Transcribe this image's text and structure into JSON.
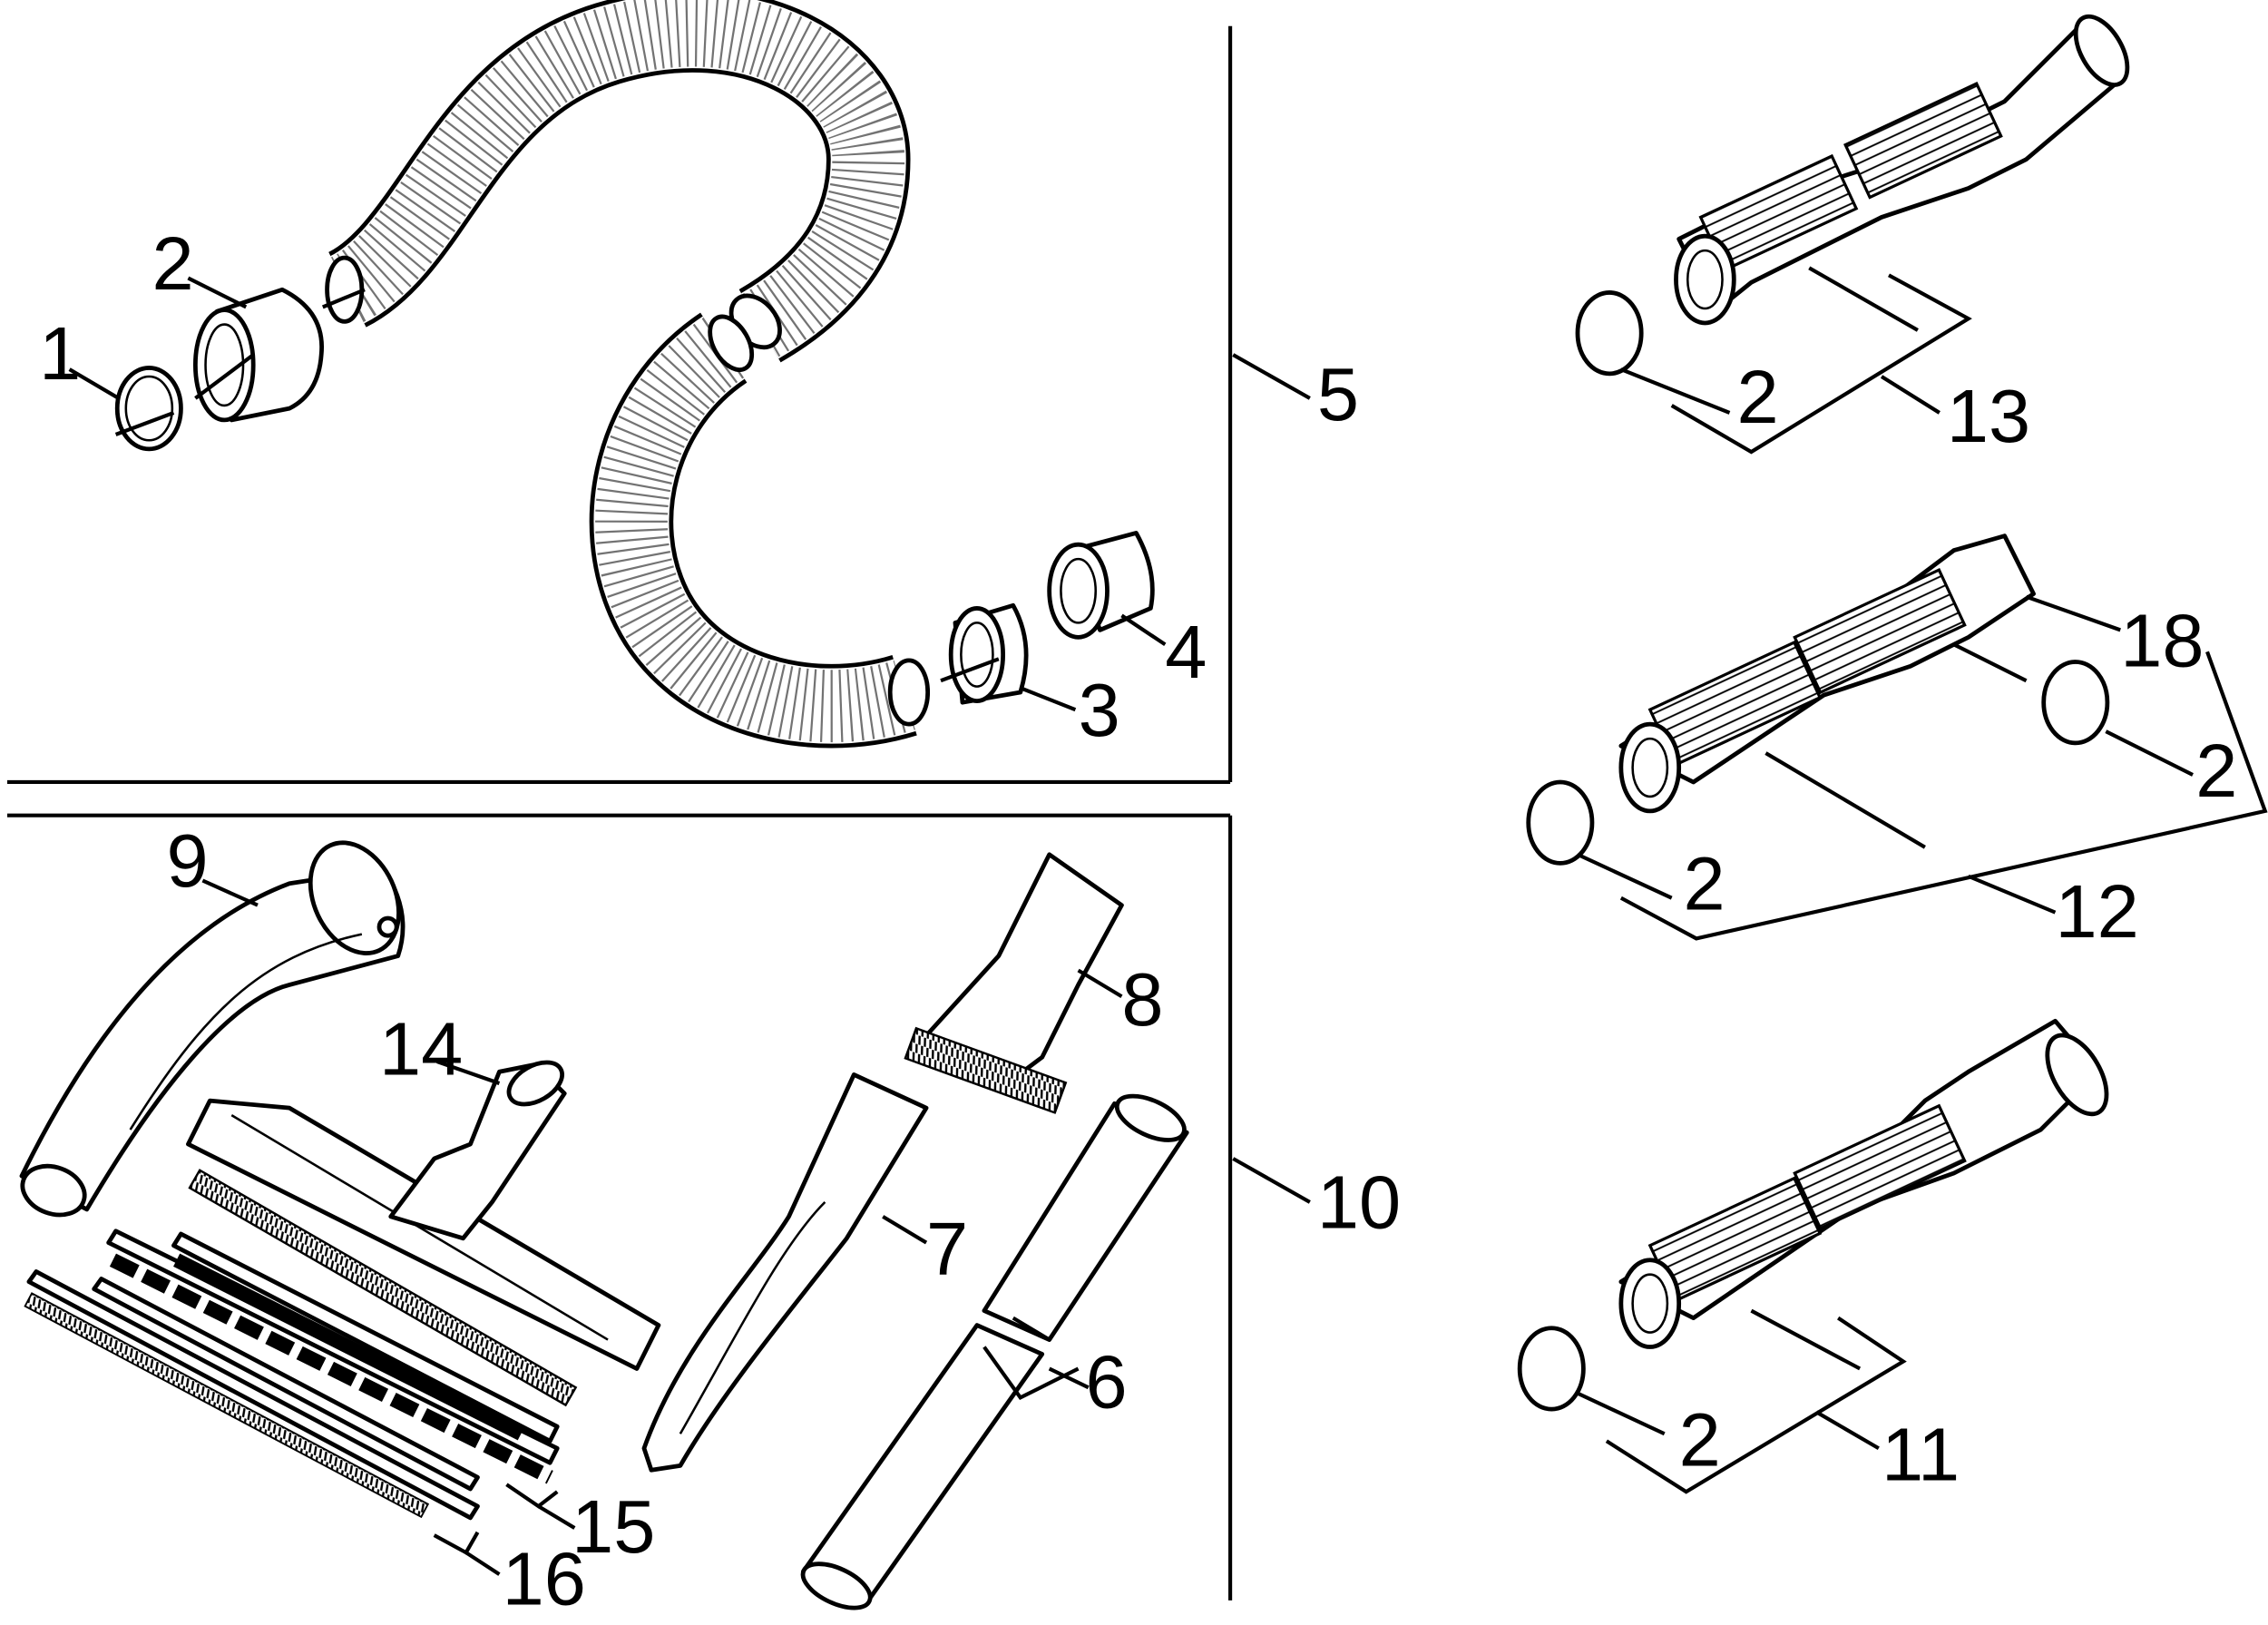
{
  "diagram": {
    "type": "exploded-parts-diagram",
    "callouts": {
      "c1": "1",
      "c2a": "2",
      "c3": "3",
      "c4": "4",
      "c5": "5",
      "c6": "6",
      "c7": "7",
      "c8": "8",
      "c9": "9",
      "c10": "10",
      "c14": "14",
      "c15": "15",
      "c16": "16",
      "c13": "13",
      "c2b": "2",
      "c18": "18",
      "c2c": "2",
      "c2d": "2",
      "c12": "12",
      "c2e": "2",
      "c11": "11"
    }
  }
}
